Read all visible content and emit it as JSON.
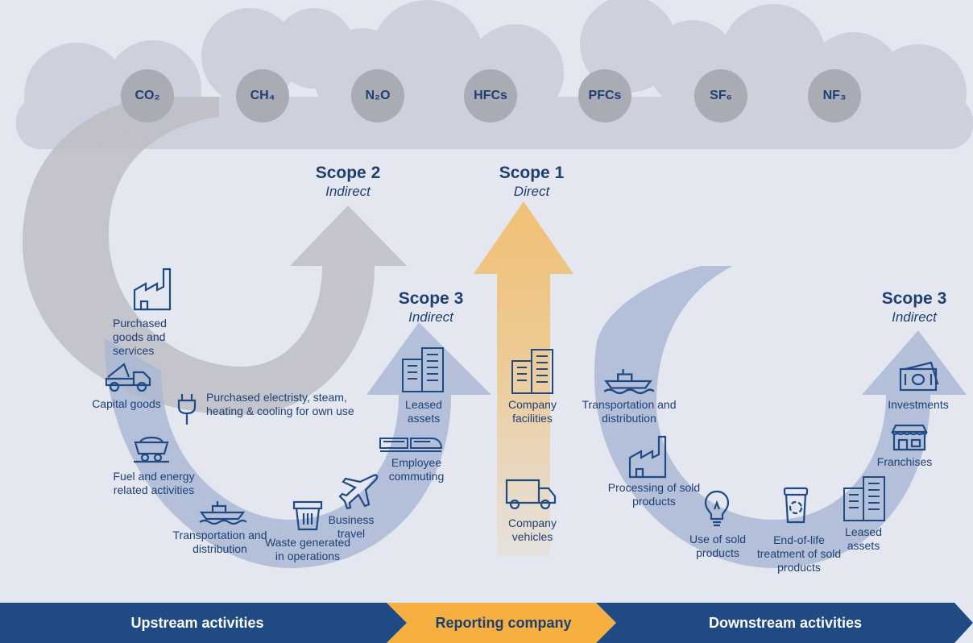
{
  "gases": [
    "CO₂",
    "CH₄",
    "N₂O",
    "HFCs",
    "PFCs",
    "SF₆",
    "NF₃"
  ],
  "scopes": {
    "scope2": {
      "title": "Scope 2",
      "subtitle": "Indirect"
    },
    "scope1": {
      "title": "Scope 1",
      "subtitle": "Direct"
    },
    "scope3_upstream": {
      "title": "Scope 3",
      "subtitle": "Indirect"
    },
    "scope3_downstream": {
      "title": "Scope 3",
      "subtitle": "Indirect"
    }
  },
  "upstream": {
    "purchased_goods": "Purchased goods and services",
    "capital_goods": "Capital goods",
    "purchased_electricity": "Purchased electristy, steam, heating & cooling for own use",
    "fuel_energy": "Fuel and energy related activities",
    "transportation": "Transportation and distribution",
    "waste": "Waste generated in operations",
    "business_travel": "Business travel",
    "employee_commuting": "Employee commuting",
    "leased_assets": "Leased assets"
  },
  "company": {
    "facilities": "Company facilities",
    "vehicles": "Company vehicles"
  },
  "downstream": {
    "transportation": "Transportation and distribution",
    "processing": "Processing of sold products",
    "use": "Use of sold products",
    "end_of_life": "End-of-life treatment of sold products",
    "leased_assets": "Leased assets",
    "franchises": "Franchises",
    "investments": "Investments"
  },
  "bands": {
    "upstream": "Upstream activities",
    "reporting": "Reporting company",
    "downstream": "Downstream activities"
  },
  "colors": {
    "background": "#e4e7f0",
    "cloud": "#c9ceda",
    "navy": "#1f4a84",
    "text": "#1f3f73",
    "orange": "#f5b041",
    "gray_arrow": "#b9bac0",
    "blue_arrow": "#a7b6d3"
  }
}
